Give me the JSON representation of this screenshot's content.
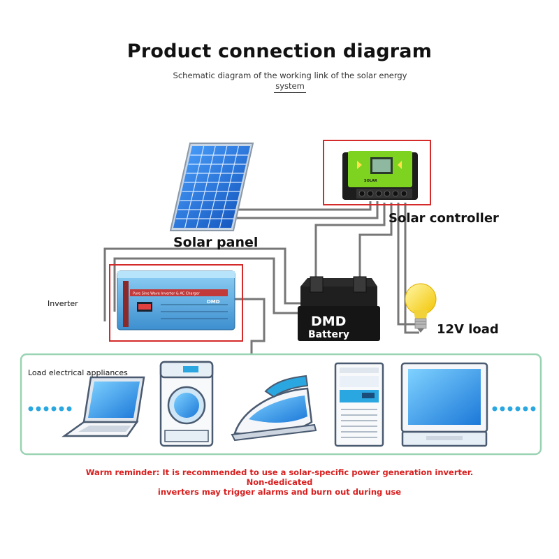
{
  "title": "Product connection diagram",
  "subtitle_line1": "Schematic diagram of the working link of the solar energy",
  "subtitle_line2": "system",
  "labels": {
    "solar_panel": "Solar panel",
    "solar_controller": "Solar controller",
    "inverter": "Inverter",
    "load": "12V load",
    "appliances": "Load electrical appliances"
  },
  "battery": {
    "brand": "DMD",
    "name": "Battery"
  },
  "controller": {
    "badge": "SOLAR"
  },
  "inverter_face": {
    "header": "Pure Sine Wave Inverter & AC Charger",
    "logo": "DMD"
  },
  "reminder_line1": "Warm reminder: It is recommended to use a solar-specific power generation inverter. Non-dedicated",
  "reminder_line2": "inverters may trigger alarms and burn out during use",
  "colors": {
    "highlight_red": "#d42a2a",
    "appliance_border": "#9ad3b3",
    "panel_blue": "#1f6fd6",
    "controller_green": "#7ed321",
    "inverter_blue": "#5aa9df",
    "warning_red": "#d81e1e"
  },
  "icons": [
    "laptop-icon",
    "washing-machine-icon",
    "iron-icon",
    "air-conditioner-icon",
    "monitor-icon",
    "light-bulb-icon"
  ]
}
